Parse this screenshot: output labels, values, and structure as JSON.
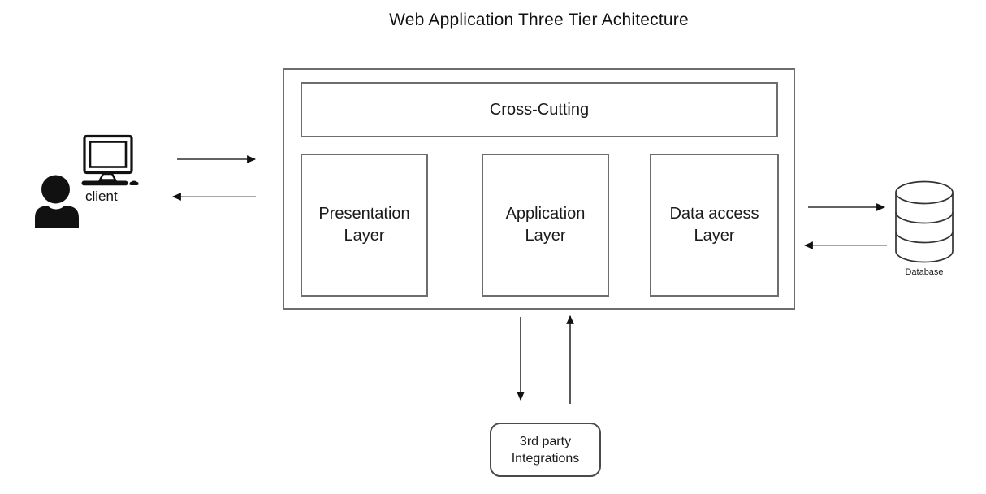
{
  "diagram": {
    "title": "Web Application Three Tier Achitecture",
    "client": {
      "label": "client"
    },
    "cross_cutting": {
      "label": "Cross-Cutting"
    },
    "layers": [
      {
        "id": "presentation-layer",
        "lines": [
          "Presentation",
          "Layer"
        ]
      },
      {
        "id": "application-layer",
        "lines": [
          "Application",
          "Layer"
        ]
      },
      {
        "id": "data-access-layer",
        "lines": [
          "Data access",
          "Layer"
        ]
      }
    ],
    "database": {
      "label": "Database"
    },
    "third_party": {
      "lines": [
        "3rd party",
        "Integrations"
      ]
    },
    "icons": {
      "client_person": "person-icon",
      "client_computer": "desktop-computer-icon",
      "database": "database-cylinder-icon"
    },
    "arrows": [
      {
        "name": "client-to-tiers",
        "direction": "right"
      },
      {
        "name": "tiers-to-client",
        "direction": "left"
      },
      {
        "name": "data-access-to-database",
        "direction": "right"
      },
      {
        "name": "database-to-data-access",
        "direction": "left"
      },
      {
        "name": "application-to-third-party",
        "direction": "down"
      },
      {
        "name": "third-party-to-application",
        "direction": "up"
      }
    ],
    "colors": {
      "background": "#ffffff",
      "box_border": "#6e6e6e",
      "third_party_border": "#4a4a4a",
      "arrow_dark": "#2e2e2e",
      "arrow_light": "#9a9a9a",
      "icon_fill": "#111111",
      "text": "#1a1a1a"
    }
  }
}
